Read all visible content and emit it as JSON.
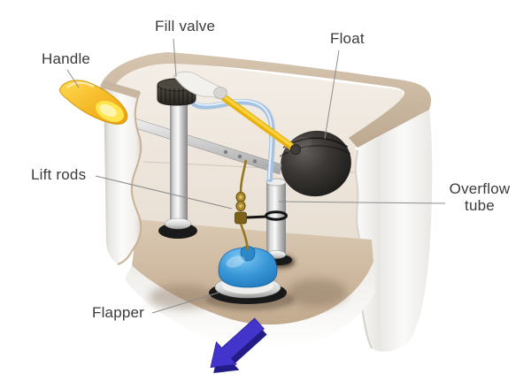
{
  "diagram": {
    "labels": {
      "fill_valve": "Fill valve",
      "handle": "Handle",
      "float": "Float",
      "lift_rods": "Lift rods",
      "overflow_tube_line1": "Overflow",
      "overflow_tube_line2": "tube",
      "flapper": "Flapper"
    },
    "colors": {
      "label_text": "#3b3b3b",
      "leader_line": "#8c8c8c",
      "tank_trim_tan": "#c8b59e",
      "tank_floor_tan": "#cdb79f",
      "handle_yellow": "#f6c51e",
      "float_black": "#2a2826",
      "flapper_blue": "#2f90d4",
      "chain_brass": "#97771f",
      "refill_tube_blue": "#a4c3e2",
      "float_arm_yellow": "#eab00c",
      "arrow_indigo": "#4334cb"
    }
  }
}
